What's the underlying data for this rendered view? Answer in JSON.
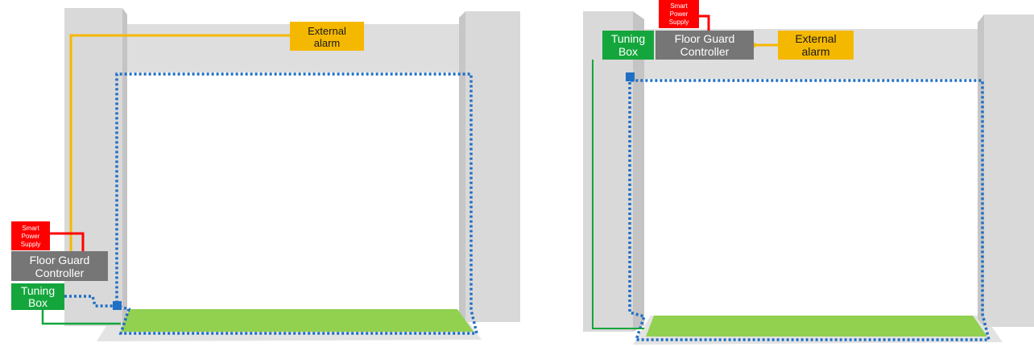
{
  "colors": {
    "wall": "#d9d9d9",
    "wall_shade": "#c8c8c8",
    "floor": "#92d050",
    "floor_border": "#bfbfbf",
    "loop": "#1f6fc5",
    "alarm": "#f5b800",
    "alarm_wire": "#f5b800",
    "power": "#ff0000",
    "controller": "#767676",
    "tuning": "#14a63c",
    "tuning_wire": "#14a63c"
  },
  "left_diagram": {
    "external_alarm": [
      "External",
      "alarm"
    ],
    "smart_power_supply": [
      "Smart",
      "Power",
      "Supply"
    ],
    "controller": [
      "Floor Guard",
      "Controller"
    ],
    "tuning_box": [
      "Tuning",
      "Box"
    ]
  },
  "right_diagram": {
    "external_alarm": [
      "External",
      "alarm"
    ],
    "smart_power_supply": [
      "Smart",
      "Power",
      "Supply"
    ],
    "controller": [
      "Floor Guard",
      "Controller"
    ],
    "tuning_box": [
      "Tuning",
      "Box"
    ]
  }
}
